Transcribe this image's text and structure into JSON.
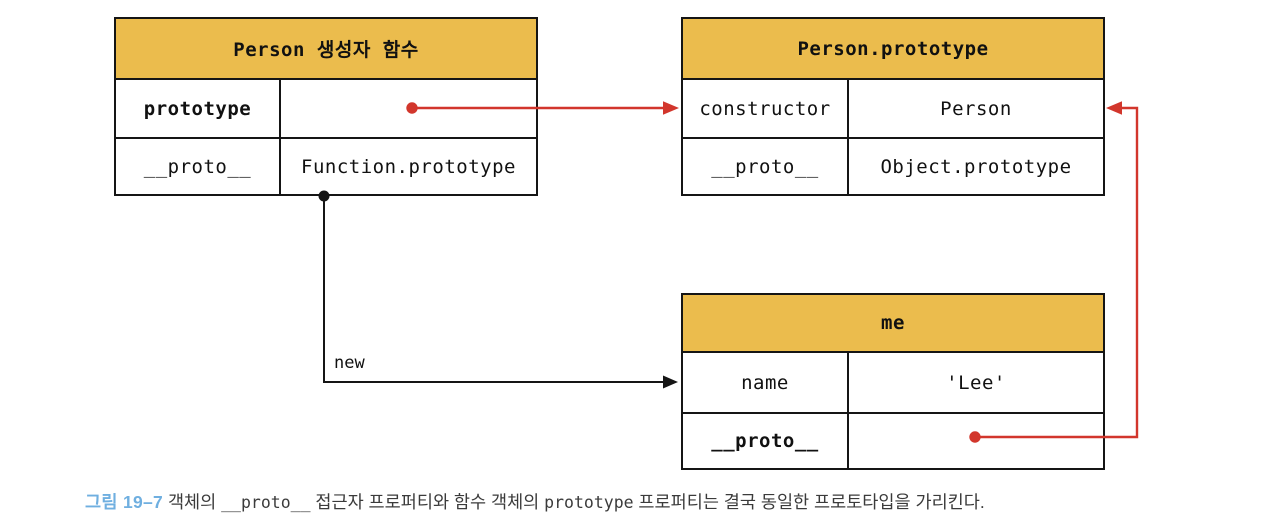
{
  "colors": {
    "header_yellow": "#EBBC4D",
    "accent_red": "#D2362C",
    "border_black": "#151515",
    "cell_text": "#111111",
    "text_dark": "#3B3B3B",
    "caption_blue": "#6FAFE0"
  },
  "tables": {
    "person_constructor": {
      "title": "Person 생성자 함수",
      "rows": [
        {
          "key": "prototype",
          "value": ""
        },
        {
          "key": "__proto__",
          "value": "Function.prototype"
        }
      ]
    },
    "person_prototype": {
      "title": "Person.prototype",
      "rows": [
        {
          "key": "constructor",
          "value": "Person"
        },
        {
          "key": "__proto__",
          "value": "Object.prototype"
        }
      ]
    },
    "me": {
      "title": "me",
      "rows": [
        {
          "key": "name",
          "value": "'Lee'"
        },
        {
          "key": "__proto__",
          "value": ""
        }
      ]
    }
  },
  "arrows": {
    "new_label": "new"
  },
  "caption": {
    "label": "그림 19–7",
    "segments": [
      {
        "text": " 객체의 "
      },
      {
        "text": "__proto__"
      },
      {
        "text": " 접근자 프로퍼티와 함수 객체의 "
      },
      {
        "text": "prototype"
      },
      {
        "text": " 프로퍼티는 결국 동일한 프로토타입을 가리킨다."
      }
    ]
  }
}
